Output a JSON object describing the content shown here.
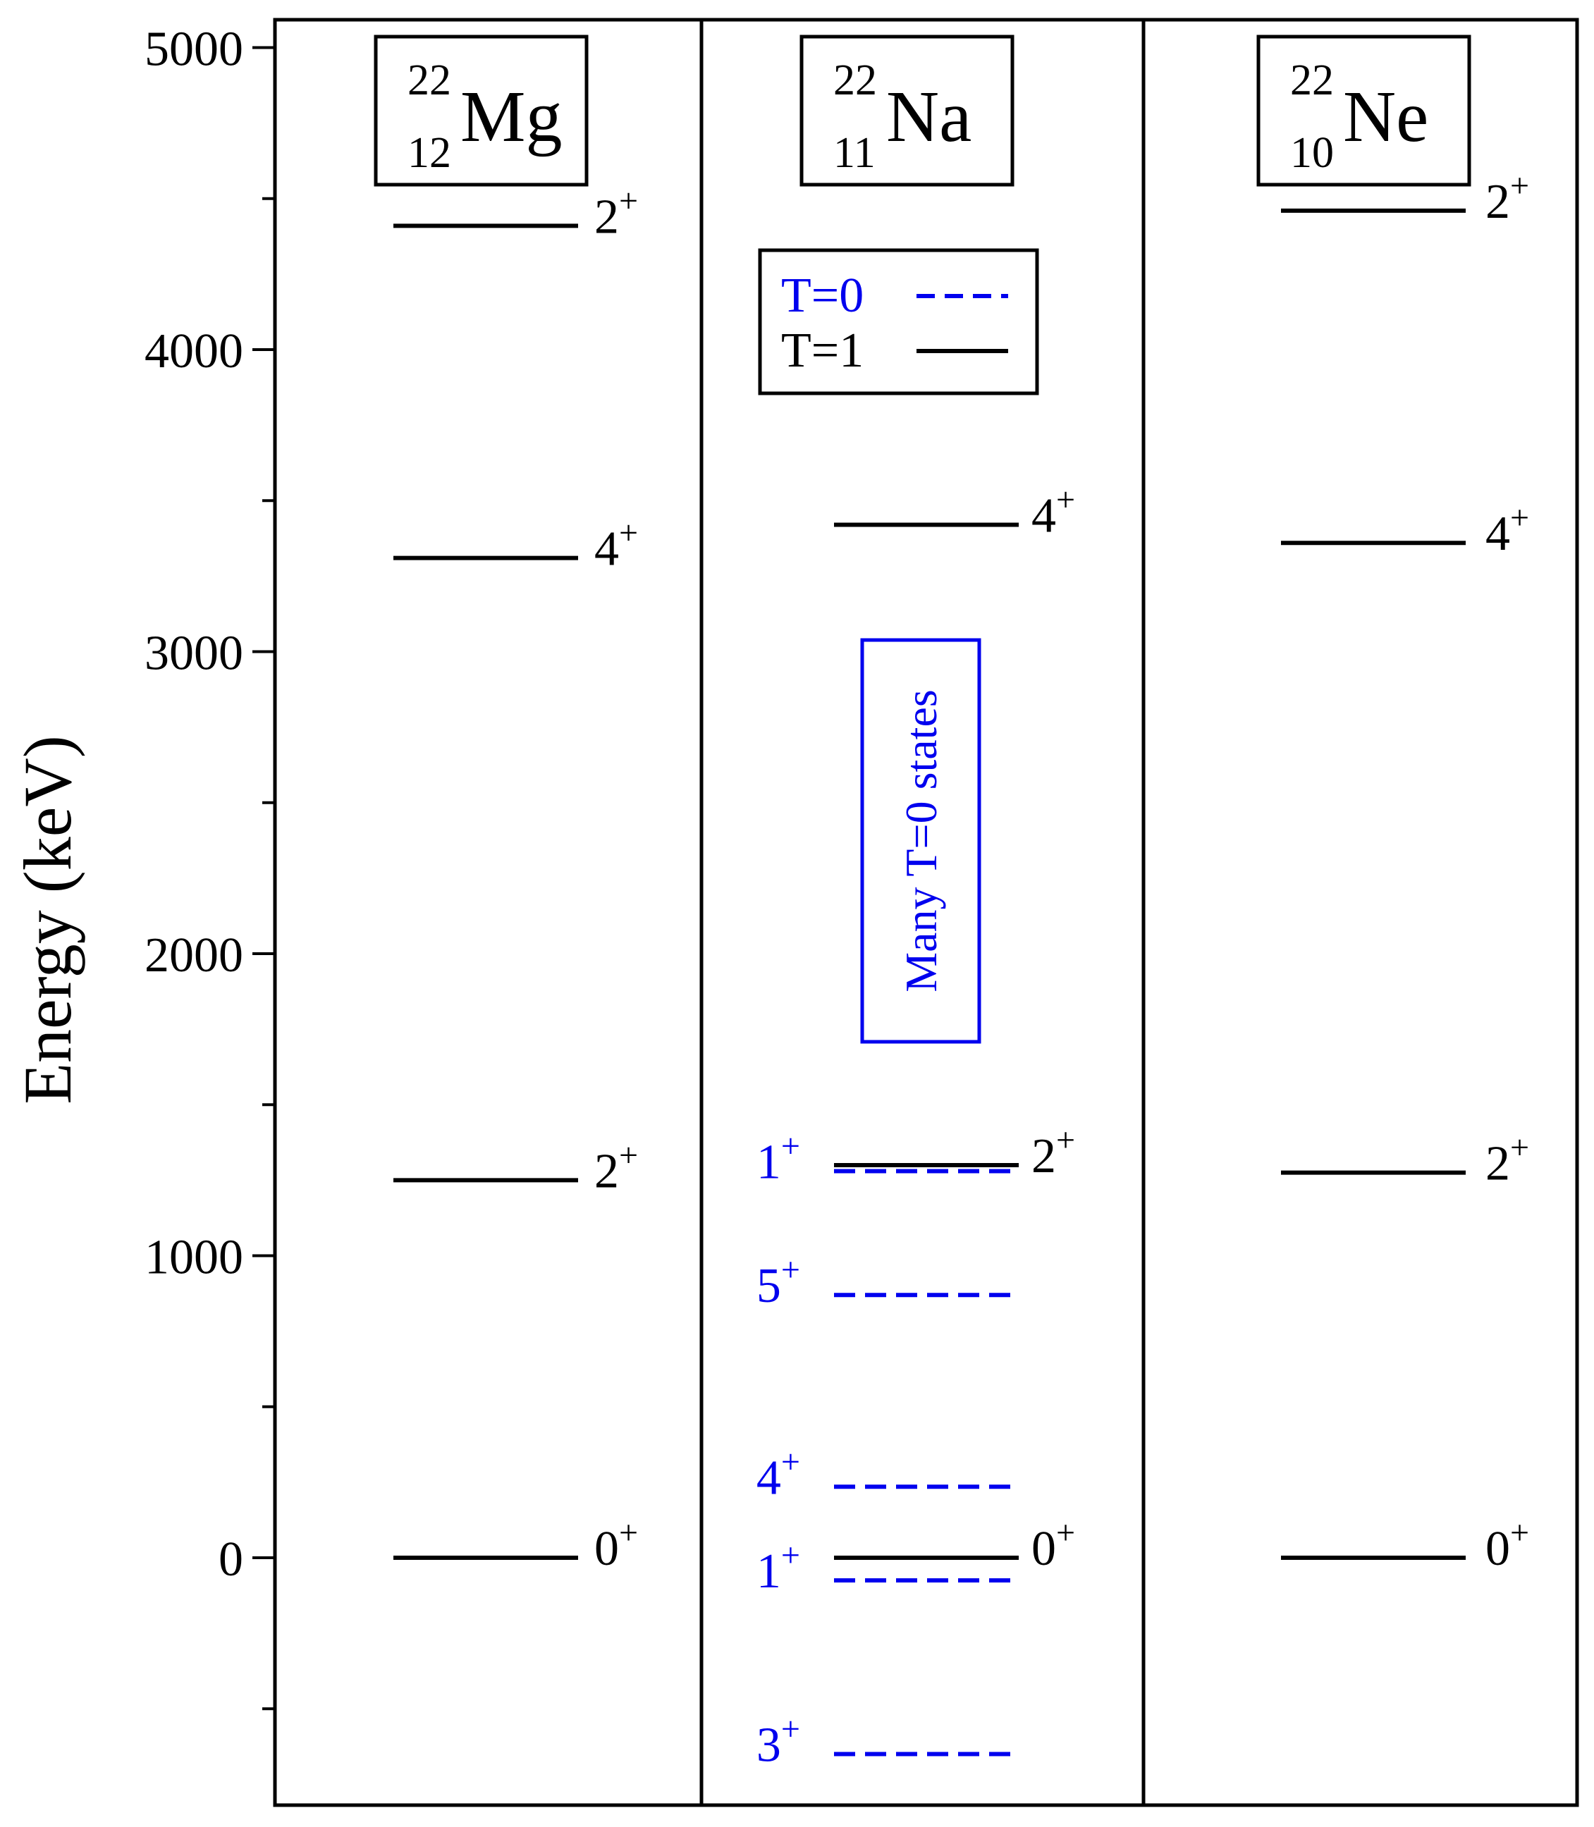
{
  "chart_data": {
    "type": "level-scheme",
    "ylabel": "Energy (keV)",
    "ylim": [
      -800,
      5100
    ],
    "yticks": [
      0,
      1000,
      2000,
      3000,
      4000,
      5000
    ],
    "yminor_ticks": [
      -500,
      500,
      1500,
      2500,
      3500,
      4500
    ],
    "colors": {
      "T=1": "#000000",
      "T=0": "#0000ee"
    },
    "panels": [
      {
        "nucleus": {
          "A": "22",
          "Z": "12",
          "symbol": "Mg"
        },
        "levels": [
          {
            "energy": 0,
            "label": "0",
            "parity": "+",
            "T": 1
          },
          {
            "energy": 1250,
            "label": "2",
            "parity": "+",
            "T": 1
          },
          {
            "energy": 3310,
            "label": "4",
            "parity": "+",
            "T": 1
          },
          {
            "energy": 4410,
            "label": "2",
            "parity": "+",
            "T": 1
          }
        ]
      },
      {
        "nucleus": {
          "A": "22",
          "Z": "11",
          "symbol": "Na"
        },
        "legend": [
          {
            "label": "T=0",
            "style": "dashed",
            "color": "#0000ee"
          },
          {
            "label": "T=1",
            "style": "solid",
            "color": "#000000"
          }
        ],
        "annotation": "Many T=0 states",
        "levels": [
          {
            "energy": 0,
            "label": "0",
            "parity": "+",
            "T": 1
          },
          {
            "energy": 1300,
            "label": "2",
            "parity": "+",
            "T": 1
          },
          {
            "energy": 3420,
            "label": "4",
            "parity": "+",
            "T": 1
          },
          {
            "energy": -650,
            "label": "3",
            "parity": "+",
            "T": 0
          },
          {
            "energy": -75,
            "label": "1",
            "parity": "+",
            "T": 0
          },
          {
            "energy": 235,
            "label": "4",
            "parity": "+",
            "T": 0
          },
          {
            "energy": 870,
            "label": "5",
            "parity": "+",
            "T": 0
          },
          {
            "energy": 1280,
            "label": "1",
            "parity": "+",
            "T": 0
          }
        ]
      },
      {
        "nucleus": {
          "A": "22",
          "Z": "10",
          "symbol": "Ne"
        },
        "levels": [
          {
            "energy": 0,
            "label": "0",
            "parity": "+",
            "T": 1
          },
          {
            "energy": 1275,
            "label": "2",
            "parity": "+",
            "T": 1
          },
          {
            "energy": 3360,
            "label": "4",
            "parity": "+",
            "T": 1
          },
          {
            "energy": 4460,
            "label": "2",
            "parity": "+",
            "T": 1
          }
        ]
      }
    ]
  }
}
